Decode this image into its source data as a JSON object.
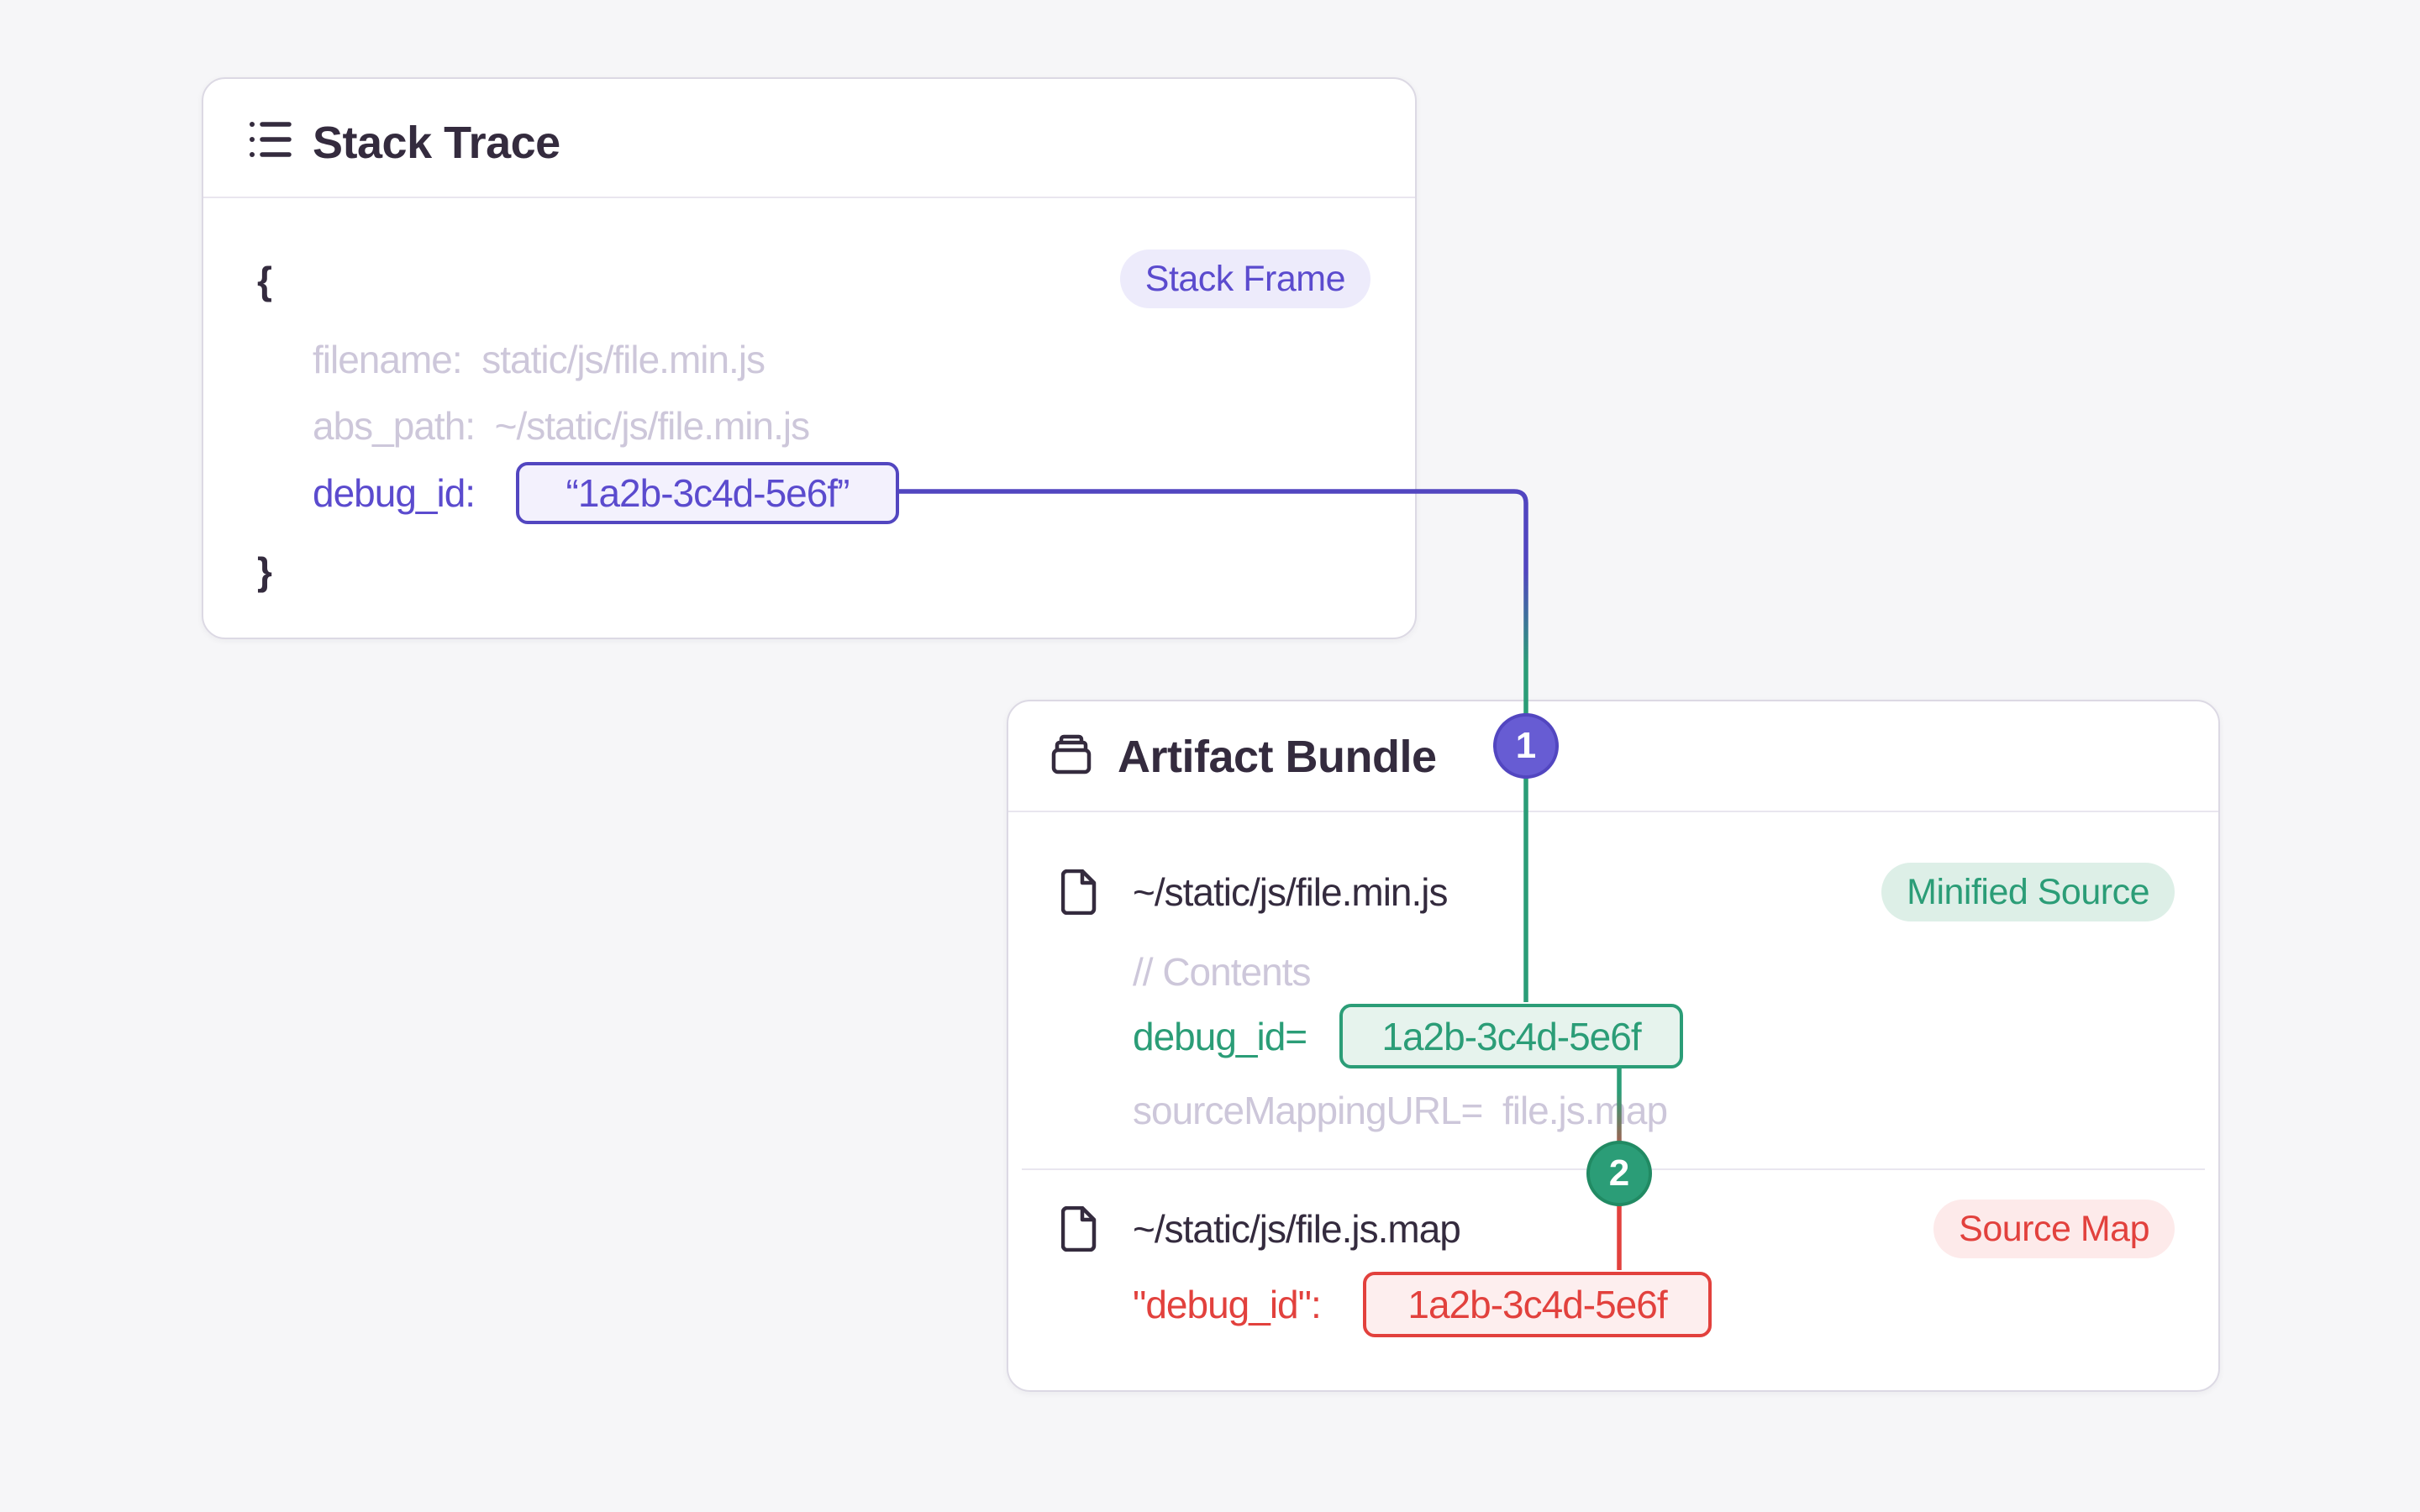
{
  "colors": {
    "page_bg": "#f6f6f8",
    "card_bg": "#ffffff",
    "card_border": "#dcd9e4",
    "divider": "#e9e6ef",
    "ink": "#342b3e",
    "muted": "#cdc7da",
    "indigo": "#5b4bce",
    "indigo_line": "#5246c0",
    "indigo_box_bg": "#f3f1fd",
    "indigo_pill_bg": "#edebfb",
    "step1_bg": "#675cd3",
    "step1_border": "#5246c0",
    "green": "#2b9d77",
    "green_dark": "#218a63",
    "green_box_bg": "#e6f3ed",
    "green_pill_bg": "#ddefe7",
    "red": "#e2413d",
    "red_box_bg": "#fdeeee",
    "red_pill_bg": "#fdeaea"
  },
  "stack_trace": {
    "title": "Stack Trace",
    "frame_badge": "Stack Frame",
    "brace_open": "{",
    "brace_close": "}",
    "filename_line": "filename:  static/js/file.min.js",
    "abs_path_line": "abs_path:  ~/static/js/file.min.js",
    "debug_id_key": "debug_id:",
    "debug_id_value": "“1a2b-3c4d-5e6f”"
  },
  "artifact_bundle": {
    "title": "Artifact Bundle",
    "minified_source": {
      "path": "~/static/js/file.min.js",
      "type_badge": "Minified Source",
      "comment": "// Contents",
      "debug_id_key": "debug_id=",
      "debug_id_value": "1a2b-3c4d-5e6f",
      "source_mapping_line": "sourceMappingURL=  file.js.map"
    },
    "source_map": {
      "path": "~/static/js/file.js.map",
      "type_badge": "Source Map",
      "debug_id_key": "\"debug_id\":",
      "debug_id_value": "1a2b-3c4d-5e6f"
    }
  },
  "connections": {
    "step_1": "1",
    "step_2": "2"
  }
}
